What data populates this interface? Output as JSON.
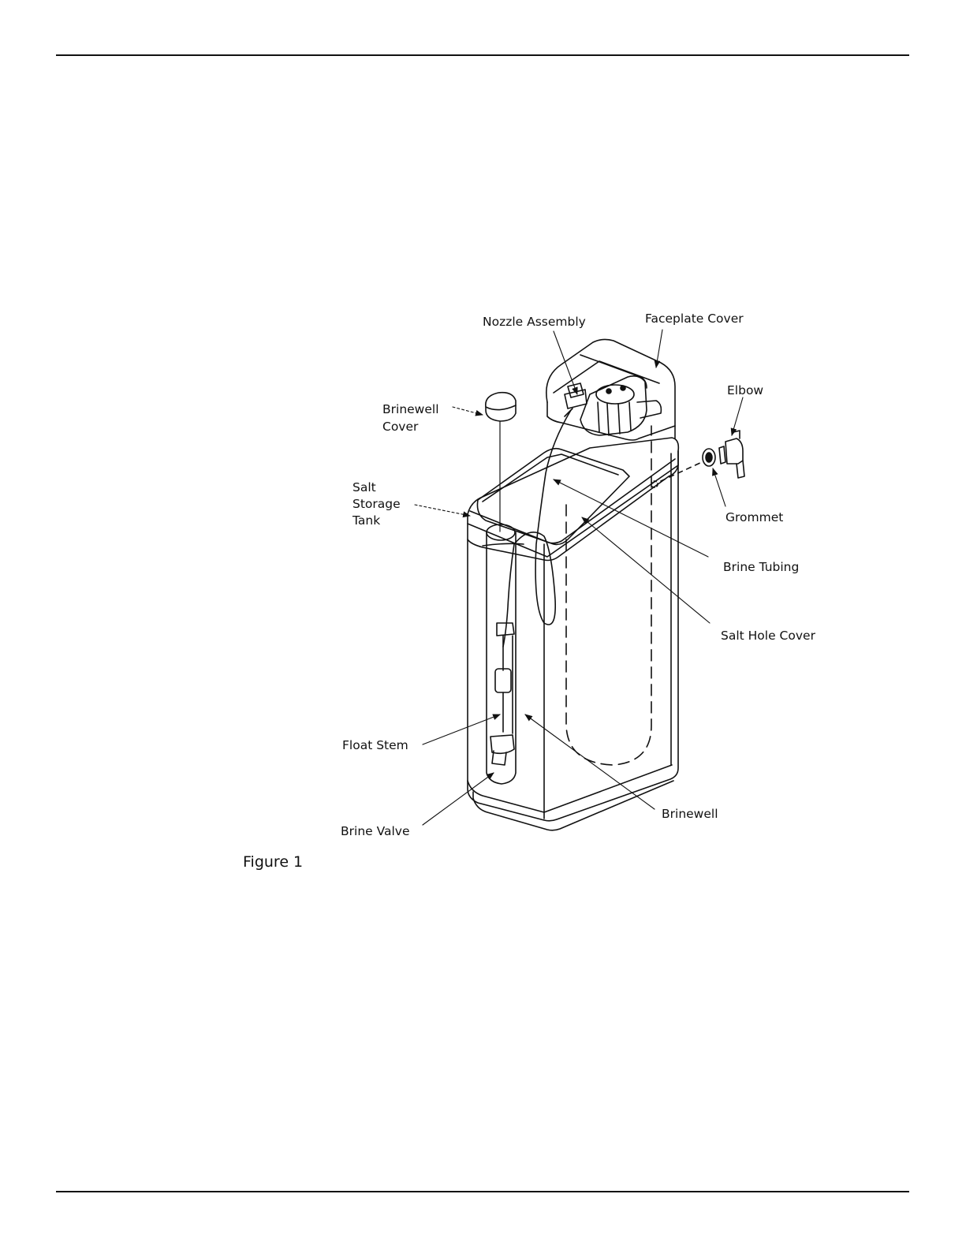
{
  "labels": {
    "nozzle_assembly": "Nozzle Assembly",
    "faceplate_cover": "Faceplate Cover",
    "elbow": "Elbow",
    "brinewell_cover_line1": "Brinewell",
    "brinewell_cover_line2": "Cover",
    "salt_storage_line1": "Salt",
    "salt_storage_line2": "Storage",
    "salt_storage_line3": "Tank",
    "grommet": "Grommet",
    "brine_tubing": "Brine Tubing",
    "salt_hole_cover": "Salt Hole Cover",
    "float_stem": "Float Stem",
    "brinewell": "Brinewell",
    "brine_valve": "Brine Valve"
  },
  "figure": {
    "caption": "Figure 1"
  },
  "colors": {
    "ink": "#111111",
    "background": "#ffffff"
  }
}
